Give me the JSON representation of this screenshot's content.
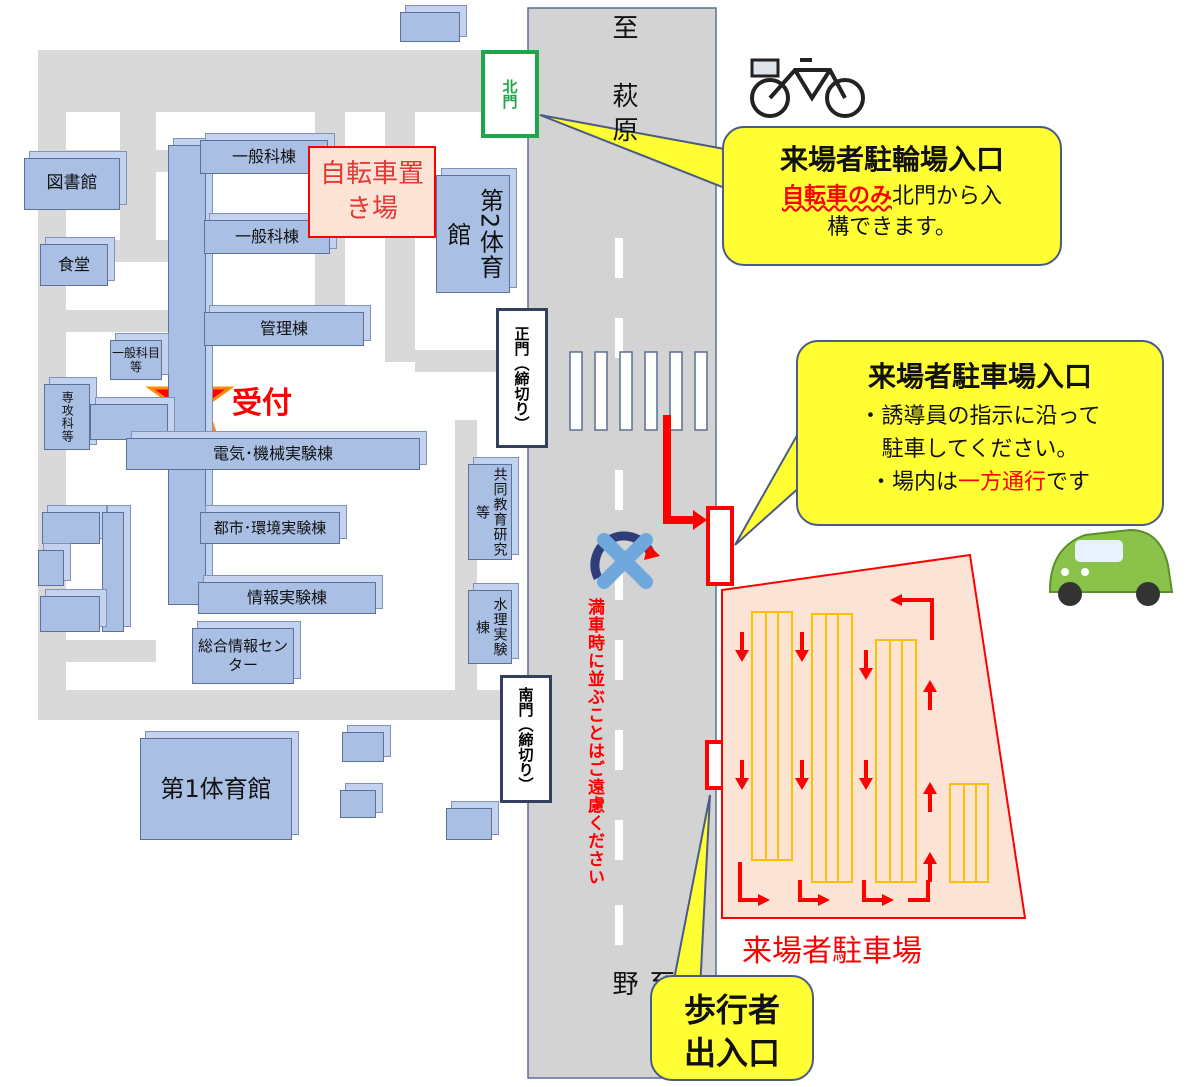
{
  "road": {
    "north_dest": "至　萩原",
    "south_dest": "至　明野",
    "queue_warning": "満車時に並ぶことはご遠慮ください"
  },
  "gates": {
    "north": "北門",
    "main": "正門（締切り）",
    "south": "南門（締切り）"
  },
  "buildings": {
    "library": "図書館",
    "cafeteria": "食堂",
    "general_1": "一般科棟",
    "general_2": "一般科棟",
    "admin": "管理棟",
    "general_dept": "一般科目等",
    "major_dept": "専攻科等",
    "elec_mech": "電気･機械実験棟",
    "urban_env": "都市･環境実験棟",
    "info_lab": "情報実験棟",
    "info_center": "総合情報センター",
    "gym_1": "第1体育館",
    "gym_2": "第2体育館",
    "joint_research": "共同教育研究等",
    "hydraulics": "水理実験棟"
  },
  "reception": "受付",
  "bike_parking": "自転車置き場",
  "callouts": {
    "bicycle": {
      "title": "来場者駐輪場入口",
      "highlight": "自転車のみ",
      "body_1": "北門から入",
      "body_2": "構できます。"
    },
    "car": {
      "title": "来場者駐車場入口",
      "line_1": "・誘導員の指示に沿って",
      "line_2": "駐車してください。",
      "line_3a": "・場内は",
      "line_3b": "一方通行",
      "line_3c": "です"
    },
    "pedestrian": {
      "line_1": "歩行者",
      "line_2": "出入口"
    }
  },
  "parking_lot_label": "来場者駐車場",
  "colors": {
    "building": "#a9bfe3",
    "road": "#d3d3d3",
    "callout": "#ffff33",
    "accent_red": "#ff0000",
    "north_gate": "#1fa64a",
    "parking_fill": "#fbe3d6",
    "parking_rows": "#ffc000"
  },
  "icons": [
    "bicycle-icon",
    "car-icon",
    "star-icon",
    "no-entry-icon"
  ]
}
